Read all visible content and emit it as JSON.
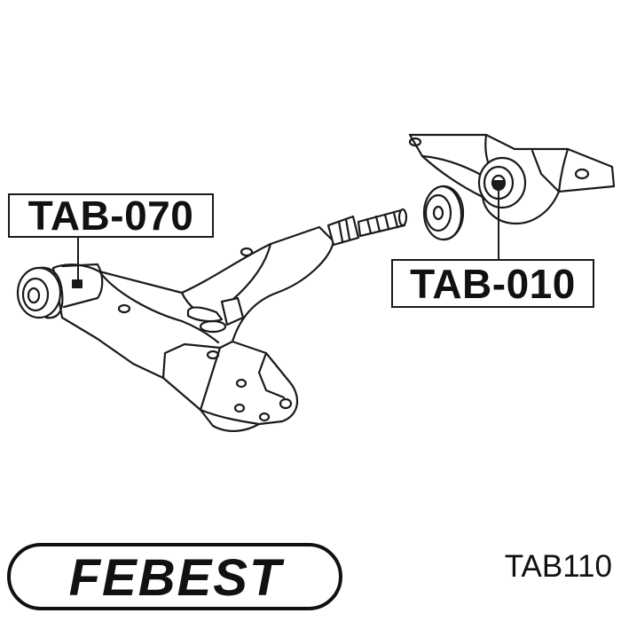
{
  "labels": {
    "lower_arm_ref": "TAB-070",
    "bushing_ref": "TAB-010"
  },
  "brand": {
    "name": "FEBEST"
  },
  "part_number": "TAB110",
  "colors": {
    "ink": "#1a1a1a",
    "paper": "#ffffff"
  }
}
